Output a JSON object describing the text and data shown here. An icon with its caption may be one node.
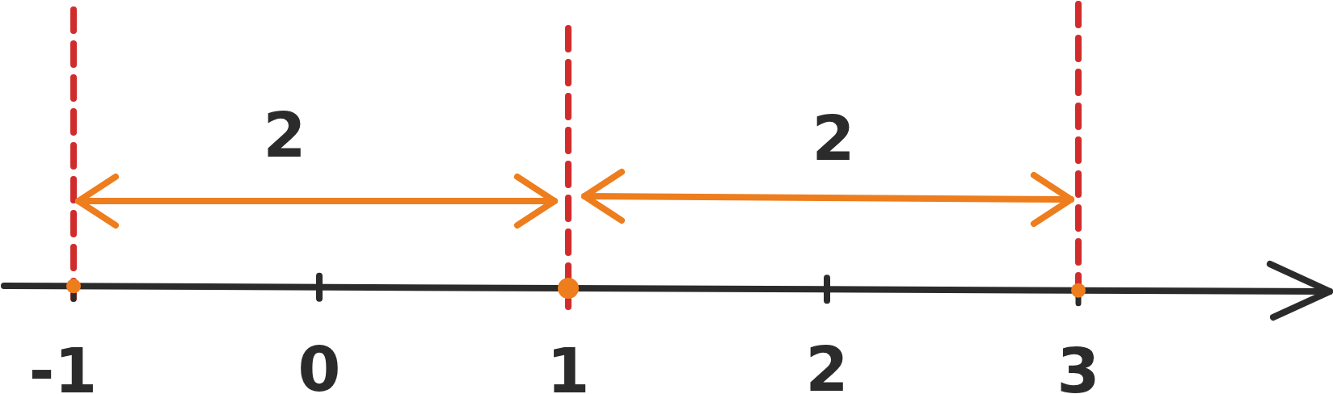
{
  "diagram": {
    "labels": [
      "2",
      "2",
      "-1",
      "0",
      "1",
      "2",
      "3"
    ]
  }
}
